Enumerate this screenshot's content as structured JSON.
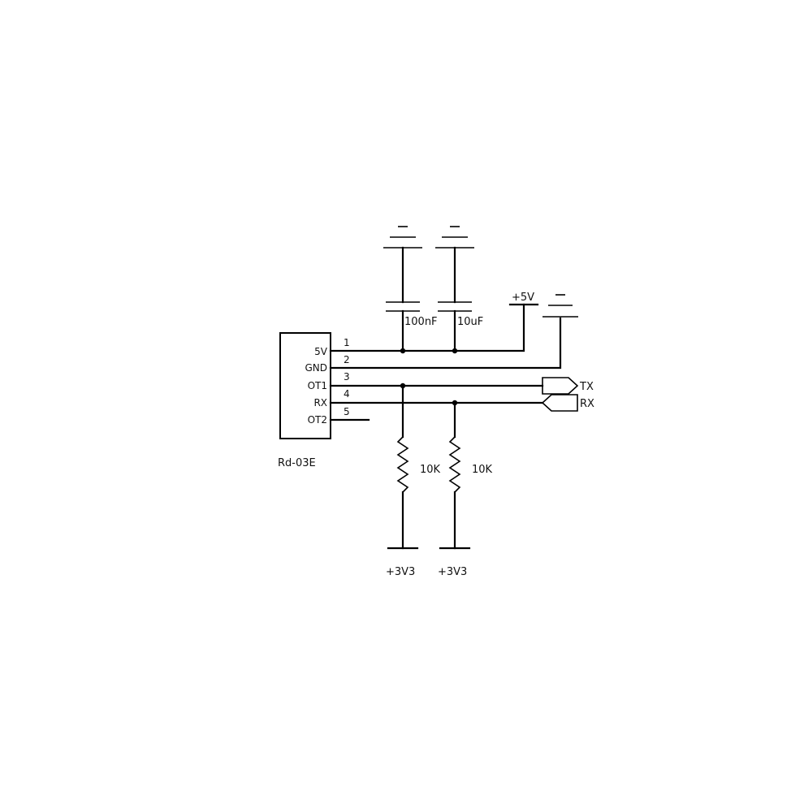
{
  "component": {
    "name": "Rd-03E",
    "pins": [
      {
        "number": "1",
        "name": "5V"
      },
      {
        "number": "2",
        "name": "GND"
      },
      {
        "number": "3",
        "name": "OT1"
      },
      {
        "number": "4",
        "name": "RX"
      },
      {
        "number": "5",
        "name": "OT2"
      }
    ]
  },
  "capacitors": [
    {
      "value": "100nF"
    },
    {
      "value": "10uF"
    }
  ],
  "resistors": [
    {
      "value": "10K"
    },
    {
      "value": "10K"
    }
  ],
  "power": {
    "vcc_label": "+5V",
    "pullup_labels": [
      "+3V3",
      "+3V3"
    ]
  },
  "ports": [
    {
      "label": "TX"
    },
    {
      "label": "RX"
    }
  ]
}
